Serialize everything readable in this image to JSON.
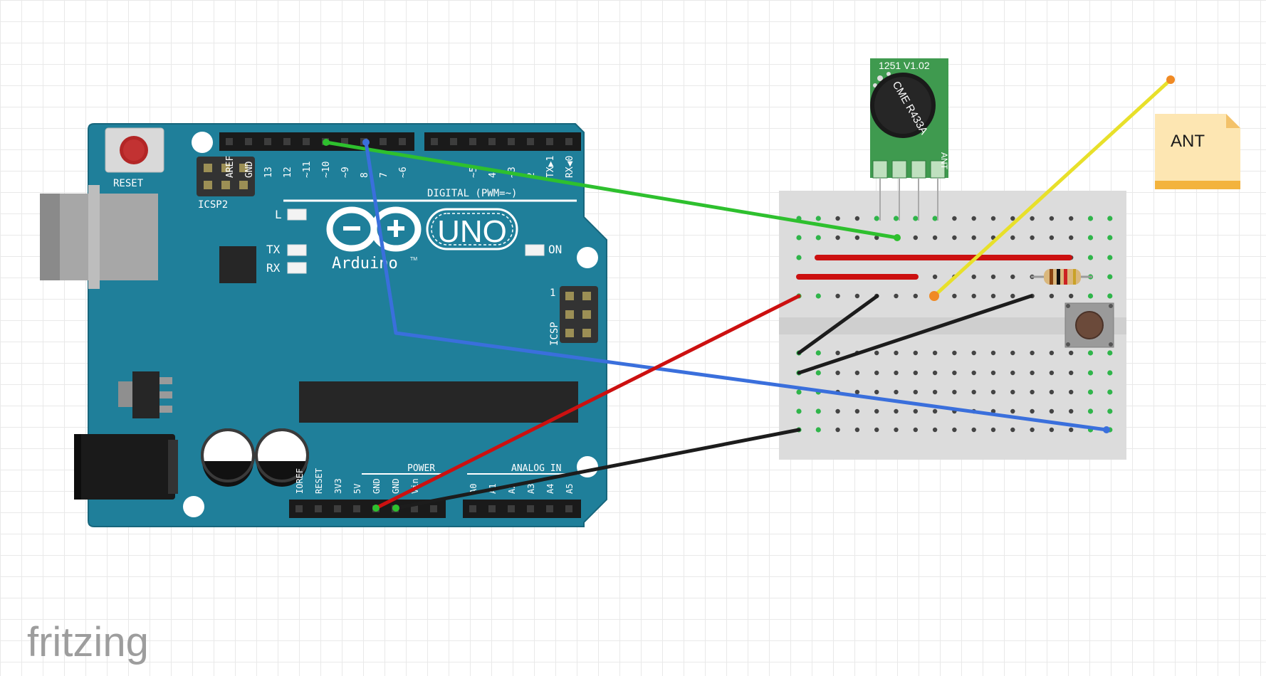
{
  "app": {
    "watermark": "fritzing"
  },
  "arduino": {
    "reset_label": "RESET",
    "icsp2_label": "ICSP2",
    "icsp_label": "ICSP",
    "icsp_pin1": "1",
    "brand": "Arduino",
    "tm": "TM",
    "model": "UNO",
    "on_label": "ON",
    "l_label": "L",
    "tx_label": "TX",
    "rx_label": "RX",
    "digital_label": "DIGITAL (PWM=~)",
    "power_label": "POWER",
    "analog_label": "ANALOG IN",
    "top_pins": [
      "AREF",
      "GND",
      "13",
      "12",
      "~11",
      "~10",
      "~9",
      "8",
      "7",
      "~6",
      "~5",
      "4",
      "~3",
      "2",
      "TX▶1",
      "RX◀0"
    ],
    "bottom_pins": [
      "IOREF",
      "RESET",
      "3V3",
      "5V",
      "GND",
      "GND",
      "Vin",
      "A0",
      "A1",
      "A2",
      "A3",
      "A4",
      "A5"
    ]
  },
  "rf_module": {
    "board_label": "1251 V1.02",
    "crystal_label": "CME R433A",
    "ant_pin_label": "ANT"
  },
  "antenna_note": {
    "label": "ANT"
  },
  "wires": [
    {
      "name": "wire-green",
      "color": "#2ec02e"
    },
    {
      "name": "wire-blue",
      "color": "#3a6fdc"
    },
    {
      "name": "wire-red",
      "color": "#cc1010"
    },
    {
      "name": "wire-yellow",
      "color": "#e8e02a"
    },
    {
      "name": "wire-black",
      "color": "#1c1c1c"
    }
  ]
}
